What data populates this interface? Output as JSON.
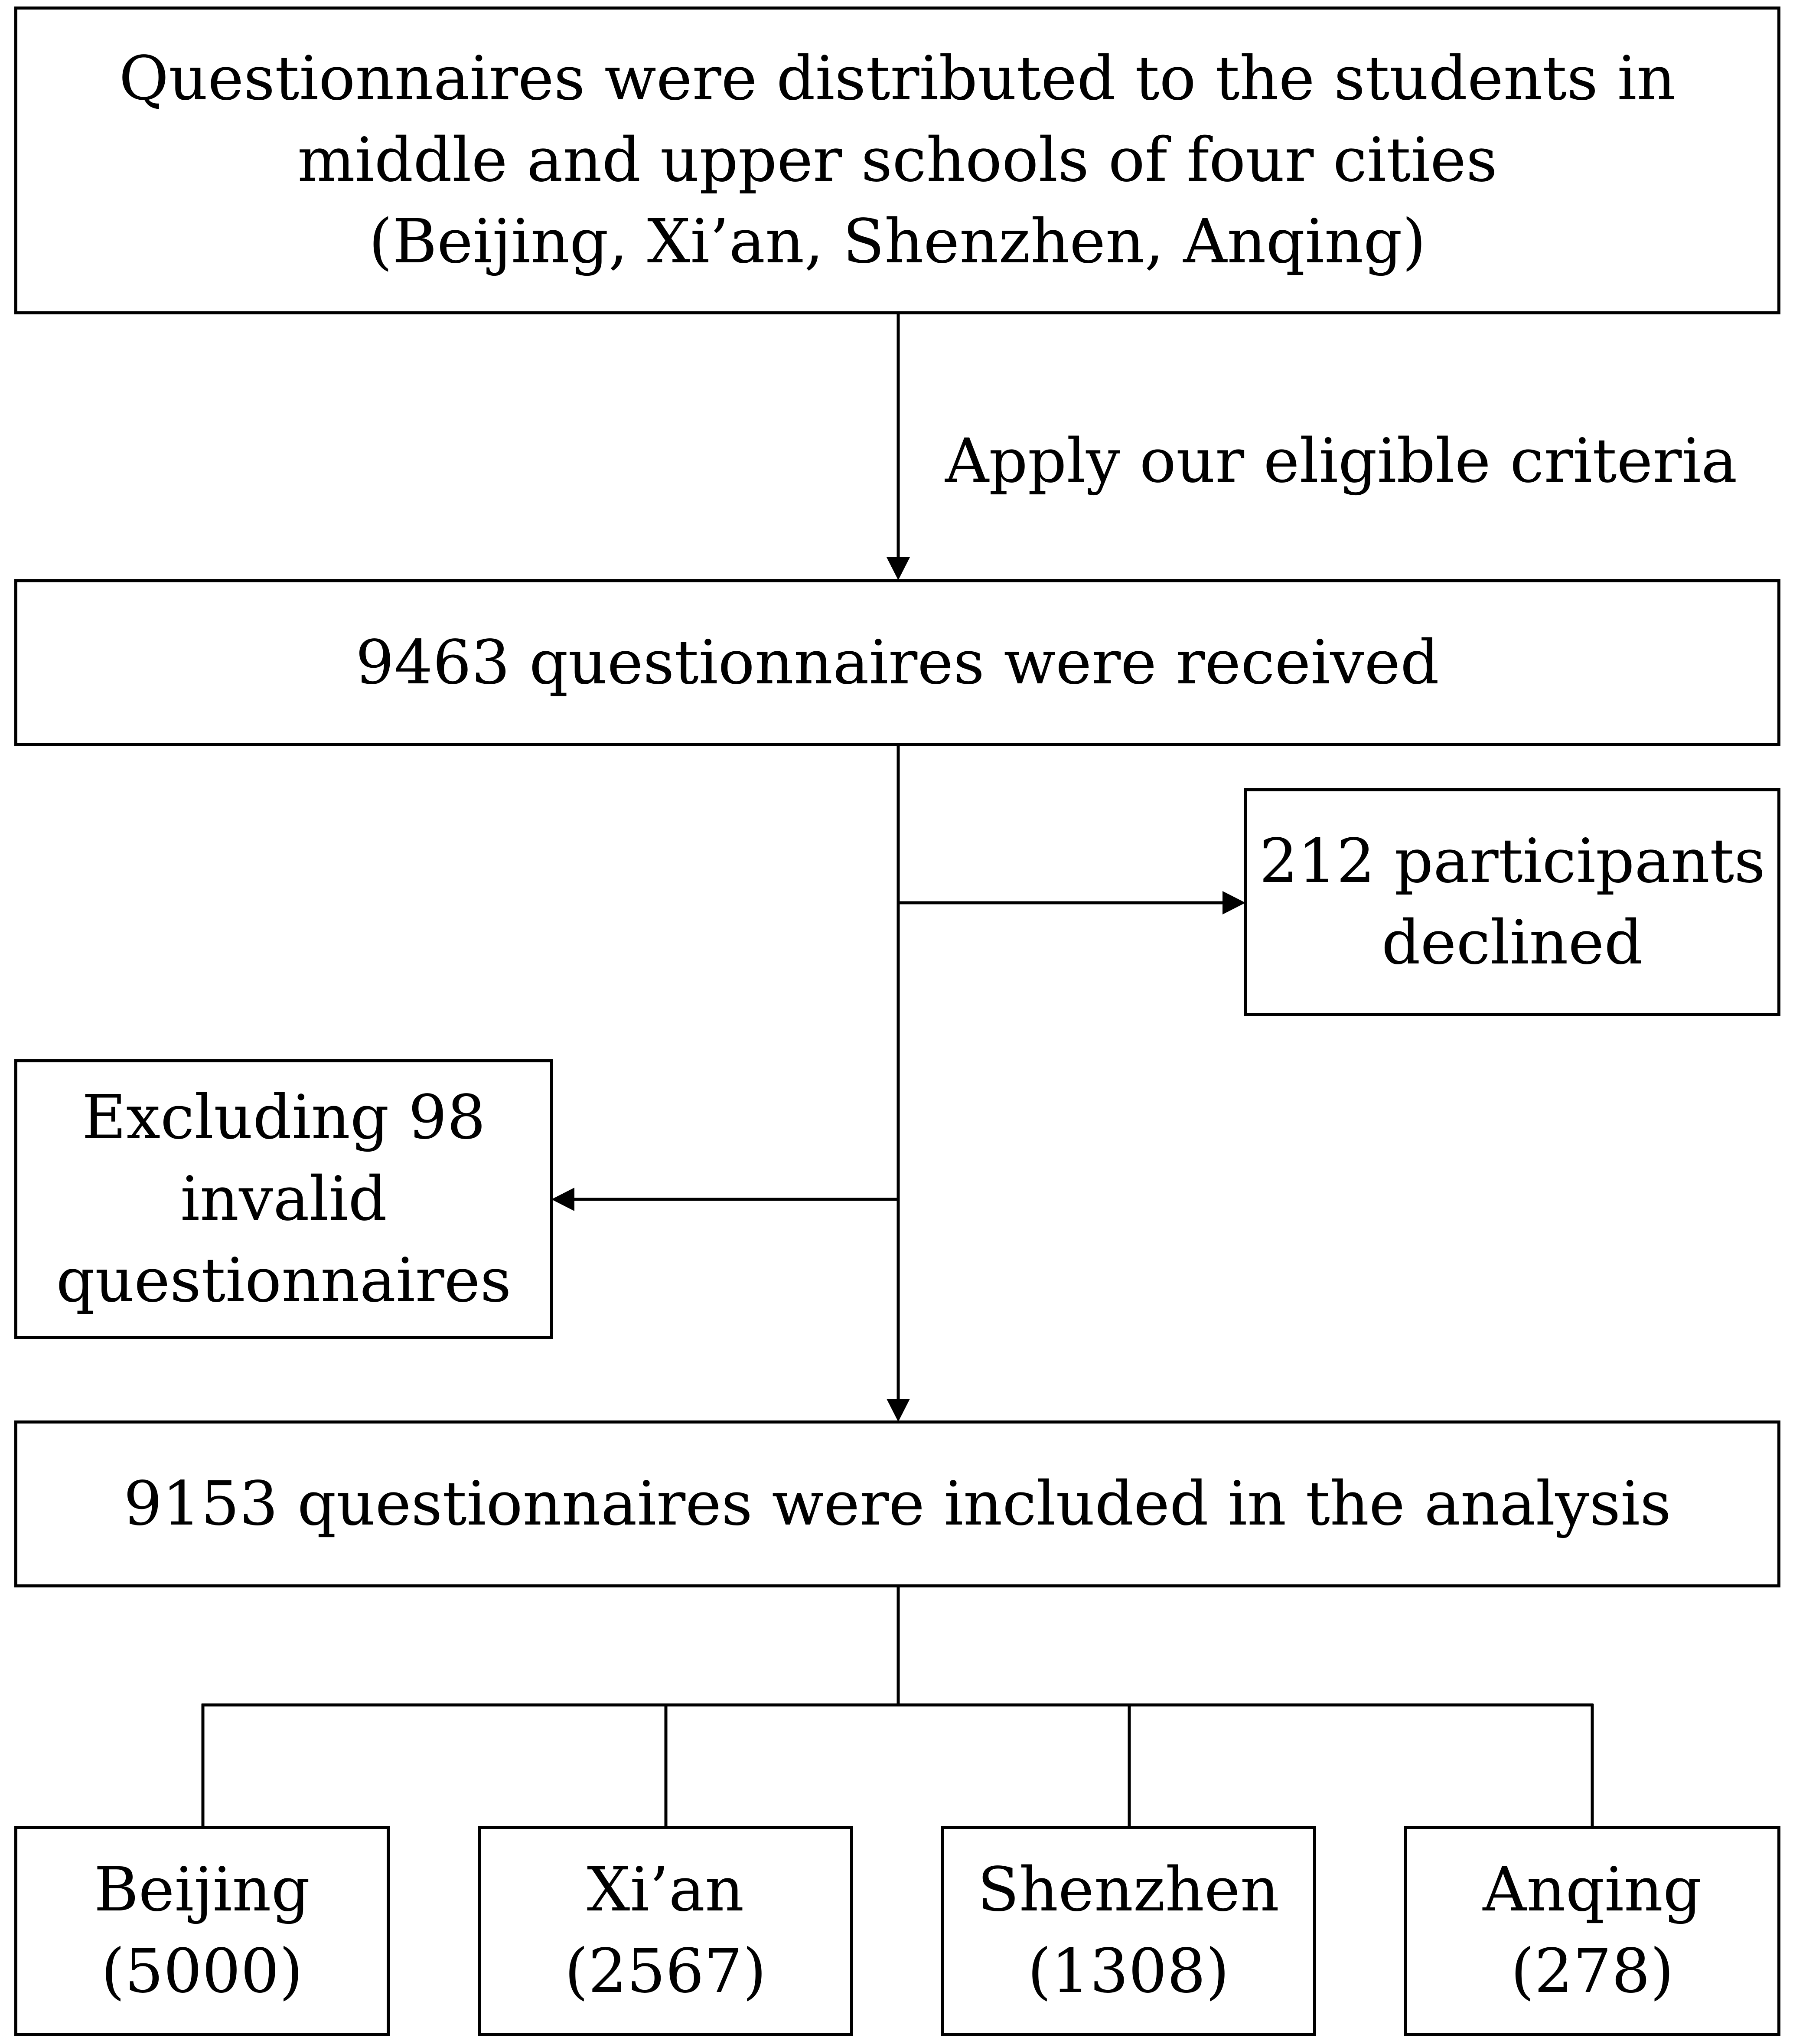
{
  "flowchart": {
    "distribution": {
      "lines": [
        "Questionnaires were distributed to the students in",
        "middle and upper schools of four cities",
        "(Beijing, Xi’an, Shenzhen, Anqing)"
      ]
    },
    "criteria_label": "Apply our eligible criteria",
    "received": {
      "text": "9463 questionnaires were received"
    },
    "declined": {
      "lines": [
        "212 participants",
        "declined"
      ]
    },
    "excluded": {
      "lines": [
        "Excluding 98",
        "invalid",
        "questionnaires"
      ]
    },
    "included": {
      "text": "9153 questionnaires were included in the analysis"
    },
    "cities": [
      {
        "name": "Beijing",
        "count": "(5000)"
      },
      {
        "name": "Xi’an",
        "count": "(2567)"
      },
      {
        "name": "Shenzhen",
        "count": "(1308)"
      },
      {
        "name": "Anqing",
        "count": "(278)"
      }
    ]
  }
}
